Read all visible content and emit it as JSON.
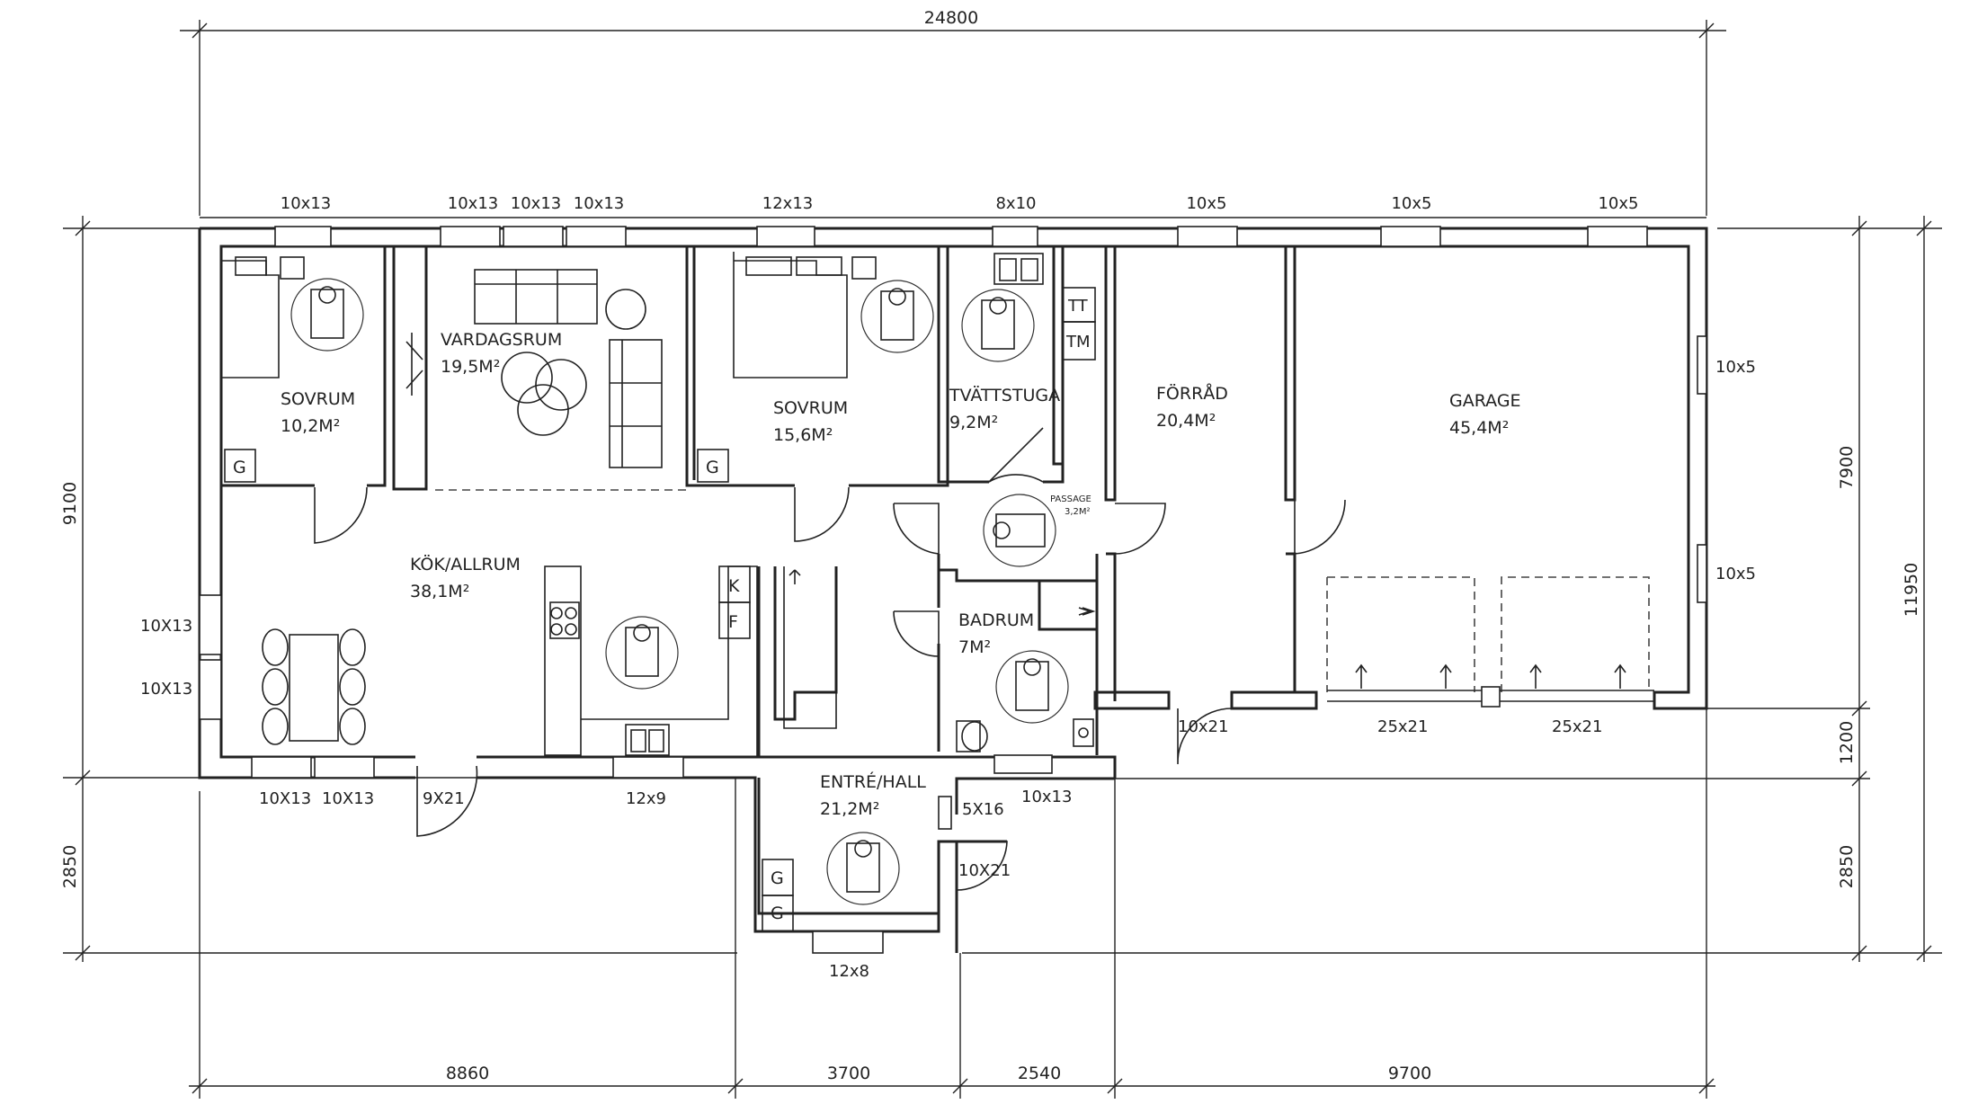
{
  "overall": {
    "width": "24800",
    "depth": "11950",
    "depth_main": "9100",
    "depth_right_upper": "7900",
    "depth_right_mid": "1200",
    "depth_left_lower": "2850",
    "depth_right_lower": "2850"
  },
  "bottom_dims": [
    "8860",
    "3700",
    "2540",
    "9700"
  ],
  "rooms": [
    {
      "name": "SOVRUM",
      "area": "10,2M²"
    },
    {
      "name": "VARDAGSRUM",
      "area": "19,5M²"
    },
    {
      "name": "SOVRUM",
      "area": "15,6M²"
    },
    {
      "name": "TVÄTTSTUGA",
      "area": "9,2M²"
    },
    {
      "name": "FÖRRÅD",
      "area": "20,4M²"
    },
    {
      "name": "GARAGE",
      "area": "45,4M²"
    },
    {
      "name": "KÖK/ALLRUM",
      "area": "38,1M²"
    },
    {
      "name": "BADRUM",
      "area": "7M²"
    },
    {
      "name": "ENTRÉ/HALL",
      "area": "21,2M²"
    }
  ],
  "passage": {
    "name": "PASSAGE",
    "area": "3,2M²"
  },
  "top_windows": [
    "10x13",
    "10x13",
    "10x13",
    "10x13",
    "12x13",
    "8x10",
    "10x5",
    "10x5",
    "10x5"
  ],
  "right_windows": [
    "10x5",
    "10x5"
  ],
  "left_windows": [
    "10X13",
    "10X13"
  ],
  "bottom_openings": [
    "10X13",
    "10X13",
    "9X21",
    "12x9",
    "10x13",
    "10x21",
    "25x21",
    "25x21",
    "5X16",
    "10X21",
    "12x8"
  ],
  "fixtures": {
    "wardrobe": "G",
    "tt": "TT",
    "tm": "TM",
    "k": "K",
    "f": "F"
  }
}
